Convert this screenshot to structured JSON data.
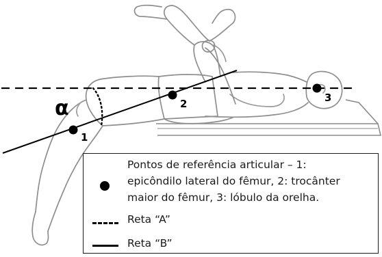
{
  "figure": {
    "alpha_label": "α",
    "point_labels": [
      "1",
      "2",
      "3"
    ]
  },
  "legend": {
    "points_text_lines": [
      "Pontos de referência articular – 1:",
      "epicôndilo lateral do fêmur, 2: trocânter",
      "maior do fêmur, 3: lóbulo da orelha."
    ],
    "line_a_label": "Reta “A”",
    "line_b_label": "Reta “B”"
  }
}
